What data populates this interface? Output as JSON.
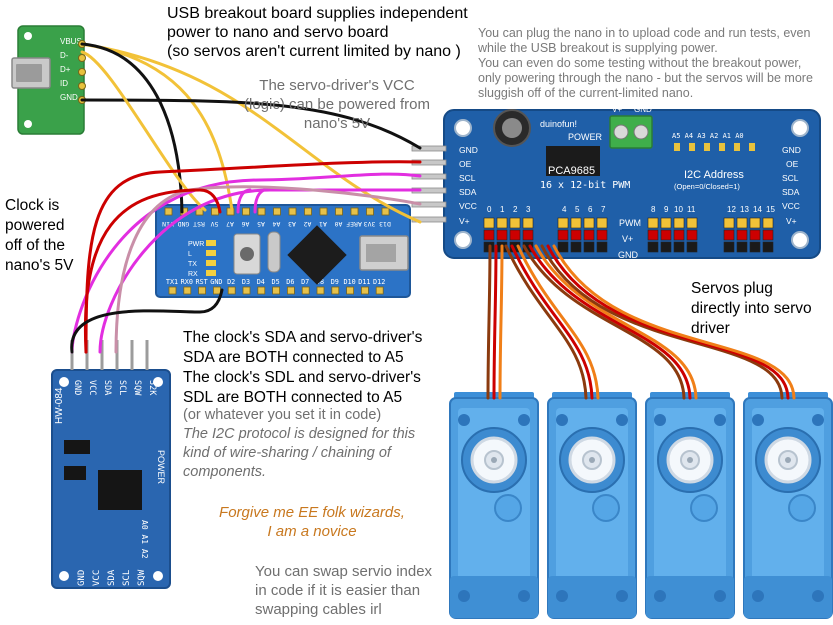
{
  "annotations": {
    "usb_power": "USB breakout board supplies independent\npower to nano and servo board\n(so servos aren't current limited by nano )",
    "vcc_logic": "The servo-driver's VCC\n(logic) can be powered from\nnano's 5V",
    "nano_upload": "You can plug the nano in to upload code and run tests, even\nwhile the USB breakout is supplying power.\nYou can even do some testing without the breakout power,\nonly powering through the nano - but the servos will be more\nsluggish off of the current-limited nano.",
    "clock_powered": "Clock is\npowered\noff of the\nnano's 5V",
    "servos_plug": "Servos plug\ndirectly into servo\ndriver",
    "i2c_shared": "The clock's SDA and servo-driver's\nSDA are BOTH connected to A5\nThe clock's SDL and servo-driver's\nSDL are BOTH connected to A5",
    "i2c_whatever": "(or whatever you set it in code)",
    "i2c_protocol": "The I2C protocol is designed for this\nkind of wire-sharing / chaining of\ncomponents.",
    "forgive": "Forgive me EE folk wizards,\nI am a novice",
    "swap_index": "You can swap servio index\nin code if it is easier than\nswapping cables irl"
  },
  "usb_board": {
    "pins": [
      "VBUS",
      "D-",
      "D+",
      "ID",
      "GND"
    ]
  },
  "nano": {
    "top_pins": [
      "A7",
      "A6",
      "A5",
      "A4",
      "A3",
      "A2",
      "A1",
      "A0",
      "AREF",
      "3V3",
      "D13"
    ],
    "top_pins_misc": [
      "VIN",
      "GND",
      "RST",
      "5V"
    ],
    "bottom_pins": [
      "TX1",
      "RX0",
      "RST",
      "GND",
      "D2",
      "D3",
      "D4",
      "D5",
      "D6",
      "D7",
      "D8",
      "D9",
      "D10",
      "D11",
      "D12"
    ],
    "leds": [
      "PWR",
      "L",
      "TX",
      "RX"
    ]
  },
  "pca": {
    "brand": "duinofun!",
    "chip": "PCA9685",
    "subtitle": "16 x 12-bit PWM",
    "power_label": "POWER",
    "addr_title": "I2C Address",
    "addr_sub": "(Open=0/Closed=1)",
    "addr_bits": "A5 A4 A3 A2 A1 A0",
    "left_pins": [
      "GND",
      "OE",
      "SCL",
      "SDA",
      "VCC",
      "V+"
    ],
    "right_pins": [
      "GND",
      "OE",
      "SCL",
      "SDA",
      "VCC",
      "V+"
    ],
    "rail_labels": [
      "PWM",
      "V+",
      "GND"
    ],
    "channels": [
      "0",
      "1",
      "2",
      "3",
      "4",
      "5",
      "6",
      "7",
      "8",
      "9",
      "10",
      "11",
      "12",
      "13",
      "14",
      "15"
    ],
    "power_pins": [
      "V+",
      "GND"
    ]
  },
  "rtc": {
    "model": "HW-084",
    "top_pins": [
      "GND",
      "VCC",
      "SDA",
      "SCL",
      "SQW",
      "32K"
    ],
    "bottom_pins": [
      "GND",
      "VCC",
      "SDA",
      "SCL",
      "SQW"
    ],
    "side_label": "POWER",
    "addr_pads": "A0 A1 A2"
  },
  "colors": {
    "board_blue": "#1f5fa8",
    "nano_blue": "#2c73c6",
    "usb_green": "#3aa14a",
    "servo_blue": "#4f9fe0",
    "wire_red": "#cc0000",
    "wire_black": "#111111",
    "wire_yellow": "#f2c238",
    "wire_magenta": "#e22ee0",
    "wire_pink": "#c98fa8",
    "wire_brown": "#8b3a0e",
    "wire_orange": "#f07f18",
    "forgive_text": "#c8781f",
    "grey_text": "#6f6f6f"
  },
  "icons": [
    "mini-usb-connector-icon",
    "capacitor-icon",
    "terminal-block-icon",
    "usb-connector-icon",
    "reset-button-icon",
    "crystal-icon",
    "microcontroller-chip-icon",
    "rtc-chip-icon",
    "servo-horn-icon"
  ]
}
